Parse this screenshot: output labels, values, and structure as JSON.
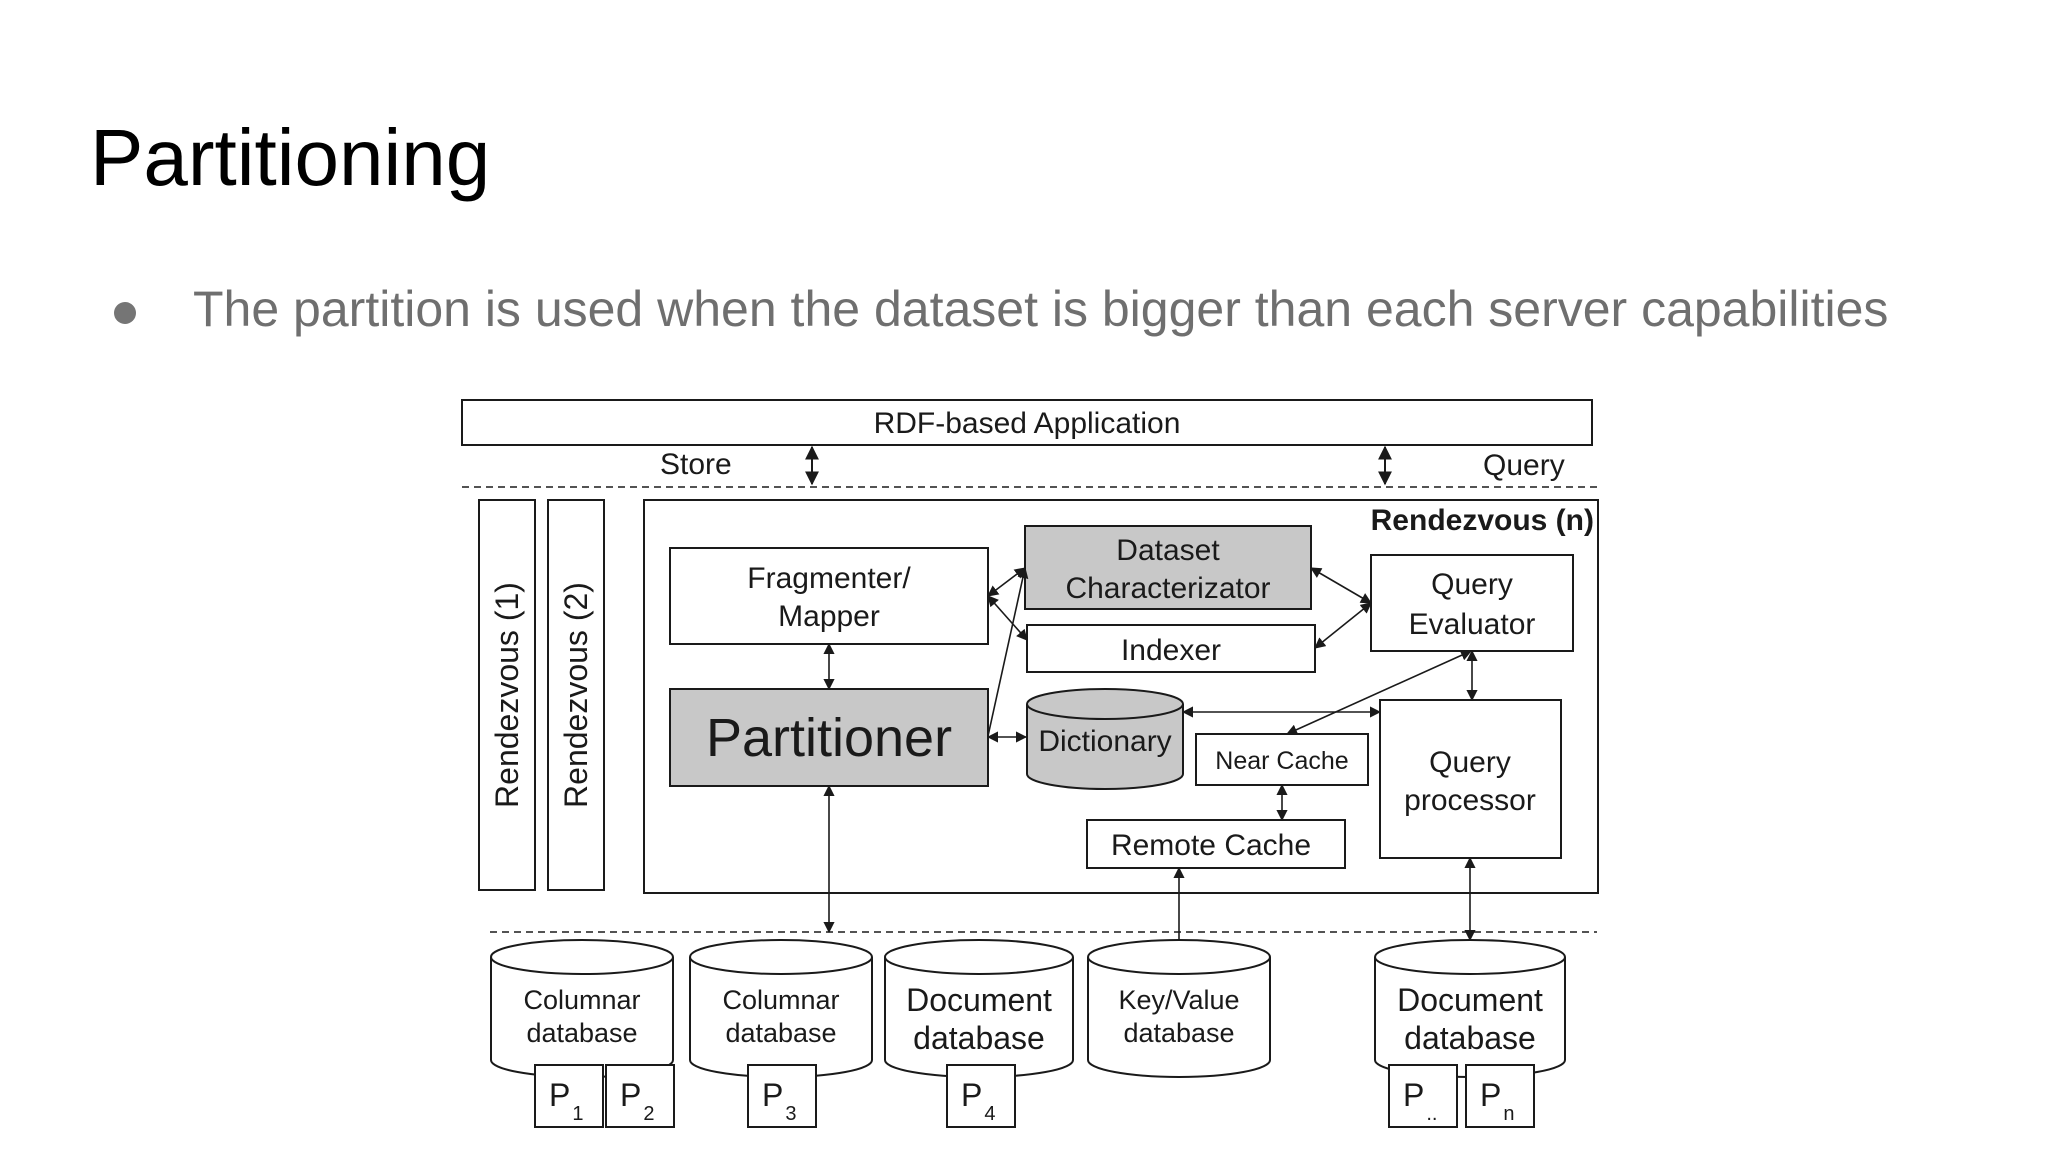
{
  "slide": {
    "title": "Partitioning",
    "bullets": [
      "The partition is used when the dataset is bigger than each server capabilities"
    ]
  },
  "diagram": {
    "app_label": "RDF-based Application",
    "store_label": "Store",
    "query_label": "Query",
    "rendezvous_1": "Rendezvous (1)",
    "rendezvous_2": "Rendezvous (2)",
    "rendezvous_n": "Rendezvous (n)",
    "fragmenter": [
      "Fragmenter/",
      "Mapper"
    ],
    "dataset_characterizator": [
      "Dataset",
      "Characterizator"
    ],
    "query_evaluator": [
      "Query",
      "Evaluator"
    ],
    "indexer": "Indexer",
    "partitioner": "Partitioner",
    "dictionary": "Dictionary",
    "near_cache": "Near Cache",
    "query_processor": [
      "Query",
      "processor"
    ],
    "remote_cache": "Remote Cache",
    "databases": [
      {
        "lines": [
          "Columnar",
          "database"
        ],
        "partitions": [
          {
            "p": "P",
            "sub": "1"
          },
          {
            "p": "P",
            "sub": "2"
          }
        ]
      },
      {
        "lines": [
          "Columnar",
          "database"
        ],
        "partitions": [
          {
            "p": "P",
            "sub": "3"
          }
        ]
      },
      {
        "lines": [
          "Document",
          "database"
        ],
        "partitions": [
          {
            "p": "P",
            "sub": "4"
          }
        ]
      },
      {
        "lines": [
          "Key/Value",
          "database"
        ],
        "partitions": []
      },
      {
        "lines": [
          "Document",
          "database"
        ],
        "partitions": [
          {
            "p": "P",
            "sub": ".."
          },
          {
            "p": "P",
            "sub": "n"
          }
        ]
      }
    ],
    "colors": {
      "stroke": "#1a1a1a",
      "shaded": "#c8c8c8",
      "text": "#1a1a1a"
    }
  }
}
